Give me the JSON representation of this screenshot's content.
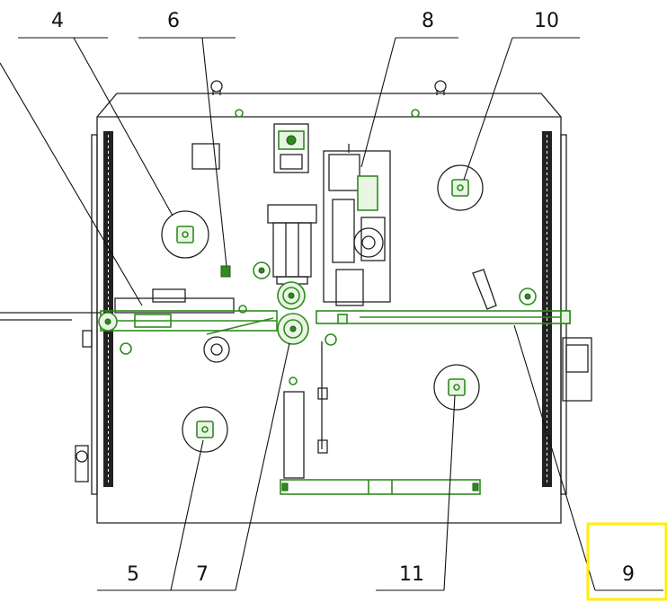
{
  "callouts": {
    "c4": "4",
    "c5": "5",
    "c6": "6",
    "c7": "7",
    "c8": "8",
    "c9": "9",
    "c10": "10",
    "c11": "11"
  },
  "colors": {
    "line": "#222222",
    "component_green": "#2f8a1f",
    "highlight_box": "#ffee00",
    "background": "#ffffff"
  }
}
